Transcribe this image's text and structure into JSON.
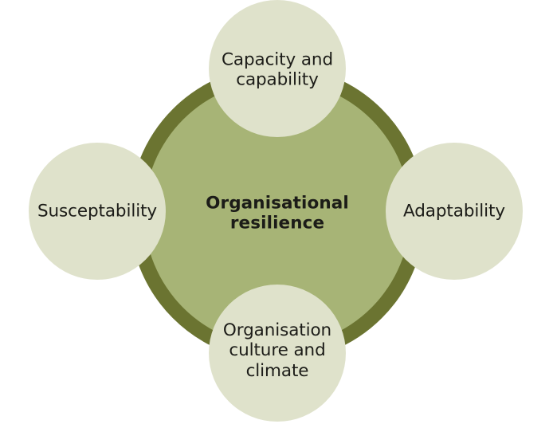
{
  "diagram": {
    "title": "Organisational resilience model",
    "type": "hub-and-spoke circle diagram",
    "colors": {
      "background": "#ffffff",
      "ring_outer": "#6b7431",
      "hub_fill": "#a7b476",
      "satellite_fill": "#dfe2cb",
      "text": "#1c1c18"
    },
    "center": {
      "label": "Organisational\nresilience",
      "bold": true
    },
    "satellites": [
      {
        "id": "top",
        "label": "Capacity and\ncapability",
        "position": "top"
      },
      {
        "id": "right",
        "label": "Adaptability",
        "position": "right"
      },
      {
        "id": "bottom",
        "label": "Organisation\nculture and\nclimate",
        "position": "bottom"
      },
      {
        "id": "left",
        "label": "Susceptability",
        "position": "left"
      }
    ]
  }
}
